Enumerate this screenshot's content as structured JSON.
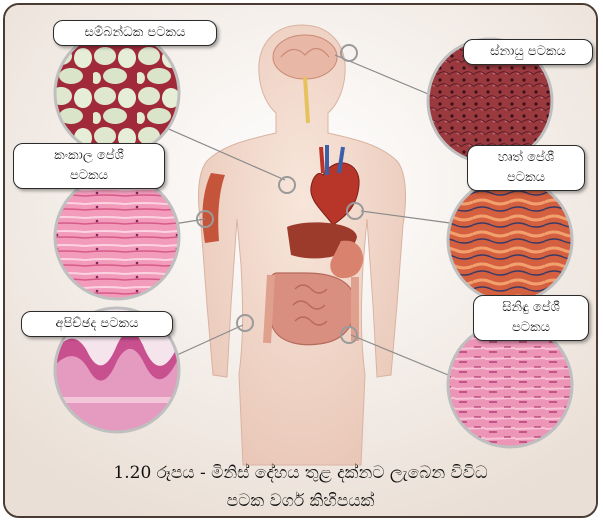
{
  "figure": {
    "labels": {
      "connective": "සම්බන්ධක පටකය",
      "nervous": "ස්නායු පටකය",
      "skeletal": [
        "කංකාල පේශී",
        "පටකය"
      ],
      "cardiac": [
        "හෘත් පේශී",
        "පටකය"
      ],
      "epithelial": "අපිච්ඡද පටකය",
      "smooth": [
        "සිනිඳු පේශී",
        "පටකය"
      ]
    },
    "caption": {
      "line1": "1.20 රූපය - මිනිස් දේහය තුළ දක්නට ලැබෙන විවිධ",
      "line2": "පටක වර්ග කිහිපයක්"
    }
  },
  "colors": {
    "frame_border": "#4a3b33",
    "background": "#f3ece6",
    "skin": "#f2d7c9",
    "muscle": "#c5553a",
    "heart": "#b8352a",
    "liver": "#9c3b2b",
    "intestine": "#d98f80",
    "skeletal_tissue": "#e67aa0",
    "smooth_tissue": "#e88cb0",
    "nervous_tissue": "#7a2a34"
  }
}
